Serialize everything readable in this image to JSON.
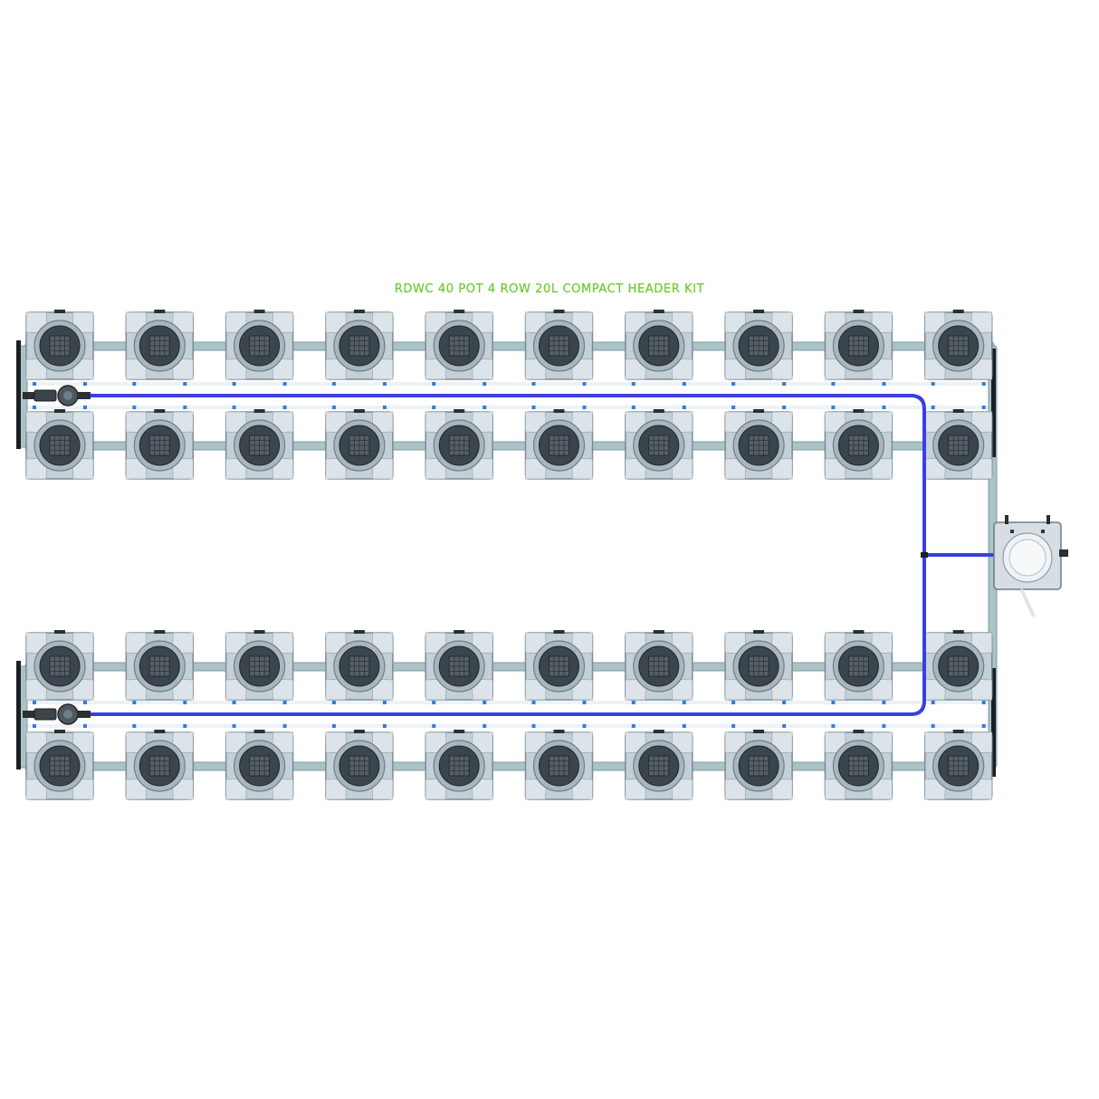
{
  "title": "RDWC 40 POT 4 ROW 20L COMPACT HEADER KIT",
  "layout": {
    "rows": 4,
    "pots_per_row": 10,
    "total_pots": 40,
    "pot_volume": "20L",
    "header_type": "compact header"
  },
  "colors": {
    "title": "#6ccb2d",
    "pot_body": "#c4d0d8",
    "pot_edge": "#7b8a95",
    "pot_lid": "#3b454d",
    "pipe": "#a9c3c6",
    "supply_line": "#3a3fe0",
    "return_line": "#eef2f4",
    "fitting_blue": "#2f7de0"
  },
  "icons": {
    "pot": "rdwc-pot-icon",
    "pump_inlet": "pump-inlet-icon",
    "control_bucket": "control-bucket-icon"
  }
}
